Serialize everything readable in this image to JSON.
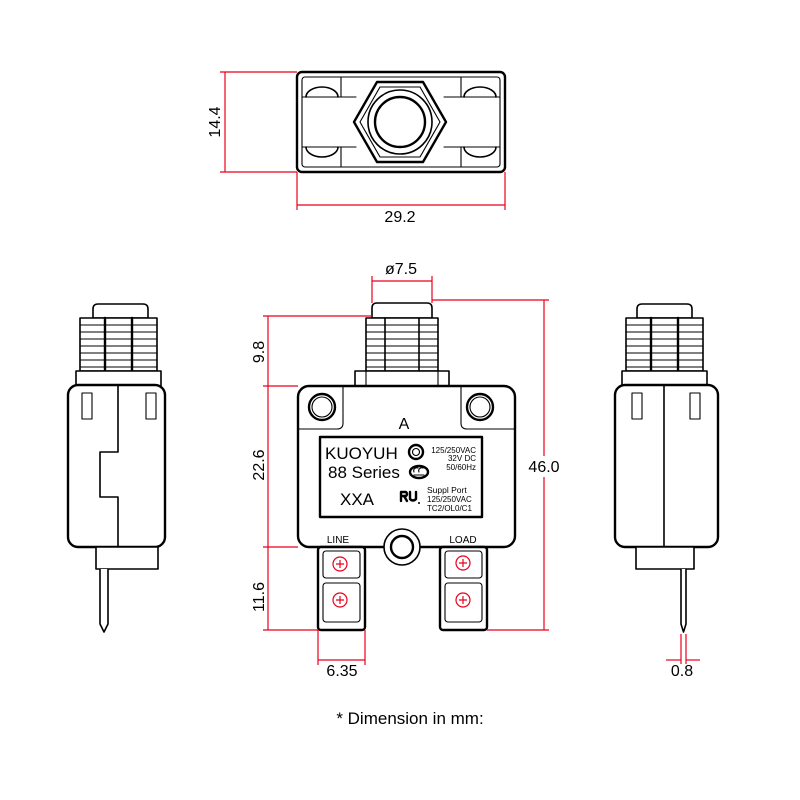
{
  "colors": {
    "dimension_line": "#e8001c",
    "outline": "#000000"
  },
  "dimensions": {
    "top_depth": "14.4",
    "top_width": "29.2",
    "button_diameter": "ø7.5",
    "button_height": "9.8",
    "body_height": "22.6",
    "terminal_length": "11.6",
    "overall_height": "46.0",
    "terminal_width": "6.35",
    "pin_thickness": "0.8"
  },
  "label": {
    "rating": "A",
    "brand": "KUOYUH",
    "series": "88 Series",
    "model": "XXA",
    "rating_ac": "125/250VAC",
    "rating_dc": "32V DC",
    "frequency": "50/60Hz",
    "approval": "Suppl Port",
    "approval_rating": "125/250VAC",
    "approval_code": "TC2/OL0/C1"
  },
  "terminals": {
    "left": "LINE",
    "right": "LOAD"
  },
  "footnote": "* Dimension in mm:"
}
